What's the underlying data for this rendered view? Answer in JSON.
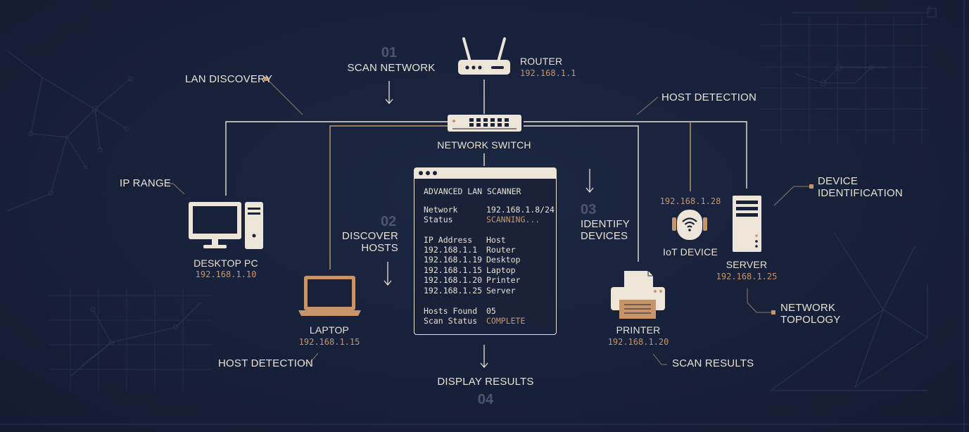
{
  "steps": [
    {
      "num": "01",
      "label": "SCAN NETWORK"
    },
    {
      "num": "02",
      "label_line1": "DISCOVER",
      "label_line2": "HOSTS"
    },
    {
      "num": "03",
      "label_line1": "IDENTIFY",
      "label_line2": "DEVICES"
    },
    {
      "num": "04",
      "label": "DISPLAY RESULTS"
    }
  ],
  "annotations": {
    "lan_discovery": "LAN DISCOVERY",
    "host_detection_top": "HOST DETECTION",
    "ip_range": "IP RANGE",
    "device_identification_line1": "DEVICE",
    "device_identification_line2": "IDENTIFICATION",
    "host_detection_bottom": "HOST DETECTION",
    "scan_results": "SCAN RESULTS",
    "network_topology_line1": "NETWORK",
    "network_topology_line2": "TOPOLOGY"
  },
  "devices": {
    "router": {
      "name": "ROUTER",
      "ip": "192.168.1.1"
    },
    "switch": {
      "name": "NETWORK SWITCH"
    },
    "desktop": {
      "name": "DESKTOP PC",
      "ip": "192.168.1.10"
    },
    "laptop": {
      "name": "LAPTOP",
      "ip": "192.168.1.15"
    },
    "printer": {
      "name": "PRINTER",
      "ip": "192.168.1.20"
    },
    "iot": {
      "name": "IoT DEVICE",
      "ip": "192.168.1.28"
    },
    "server": {
      "name": "SERVER",
      "ip": "192.168.1.25"
    }
  },
  "scanner": {
    "title": "ADVANCED LAN SCANNER",
    "network_label": "Network",
    "network_value": "192.168.1.8/24",
    "status_label": "Status",
    "status_value": "SCANNING...",
    "col_ip": "IP Address",
    "col_host": "Host",
    "rows": [
      {
        "ip": "192.168.1.1",
        "host": "Router"
      },
      {
        "ip": "192.168.1.19",
        "host": "Desktop"
      },
      {
        "ip": "192.168.1.15",
        "host": "Laptop"
      },
      {
        "ip": "192.168.1.20",
        "host": "Printer"
      },
      {
        "ip": "192.168.1.25",
        "host": "Server"
      }
    ],
    "hosts_found_label": "Hosts Found",
    "hosts_found_value": "05",
    "scan_status_label": "Scan Status",
    "scan_status_value": "COMPLETE"
  },
  "colors": {
    "background": "#18213a",
    "cream": "#ede6d8",
    "accent": "#c8956a",
    "muted": "#4d5670"
  }
}
